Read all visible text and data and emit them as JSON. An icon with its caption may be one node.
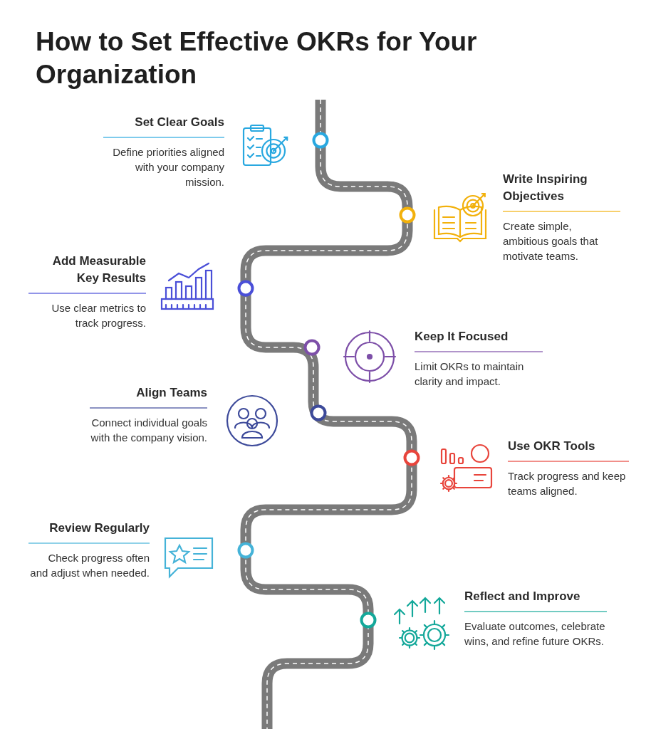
{
  "diagram": {
    "title": "How to Set Effective OKRs for Your Organization",
    "nodes": [
      {
        "text": [
          "Set Clear Goals",
          "Define priorities aligned with your company mission."
        ]
      },
      {
        "text": [
          "Write Inspiring Objectives",
          "Create simple, ambitious goals that motivate teams."
        ]
      },
      {
        "text": [
          "Add Measurable Key Results",
          "Use clear metrics to track progress."
        ]
      },
      {
        "text": [
          "Keep It Focused",
          "Limit OKRs to maintain clarity and impact."
        ]
      },
      {
        "text": [
          "Align Teams",
          "Connect individual goals with the company vision."
        ]
      },
      {
        "text": [
          "Use OKR Tools",
          "Track progress and keep teams aligned."
        ]
      },
      {
        "text": [
          "Review Regularly",
          "Check progress often and adjust when needed."
        ]
      },
      {
        "text": [
          "Reflect and Improve",
          "Evaluate outcomes, celebrate wins, and refine future OKRs."
        ]
      }
    ]
  }
}
